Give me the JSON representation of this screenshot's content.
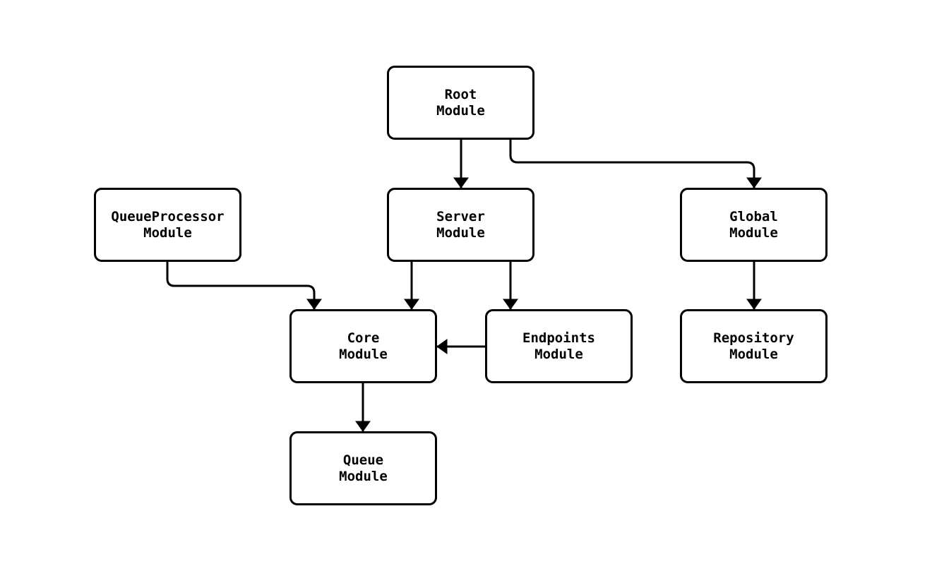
{
  "diagram": {
    "type": "module-dependency-flowchart",
    "background_color": "#ffffff",
    "node_fill_color": "#ffffff",
    "stroke_color": "#000000",
    "nodes": [
      {
        "id": "root",
        "label_line1": "Root",
        "label_line2": "Module"
      },
      {
        "id": "queueprocessor",
        "label_line1": "QueueProcessor",
        "label_line2": "Module"
      },
      {
        "id": "server",
        "label_line1": "Server",
        "label_line2": "Module"
      },
      {
        "id": "global",
        "label_line1": "Global",
        "label_line2": "Module"
      },
      {
        "id": "core",
        "label_line1": "Core",
        "label_line2": "Module"
      },
      {
        "id": "endpoints",
        "label_line1": "Endpoints",
        "label_line2": "Module"
      },
      {
        "id": "repository",
        "label_line1": "Repository",
        "label_line2": "Module"
      },
      {
        "id": "queue",
        "label_line1": "Queue",
        "label_line2": "Module"
      }
    ],
    "edges": [
      {
        "from": "Root Module",
        "to": "Server Module"
      },
      {
        "from": "Root Module",
        "to": "Global Module"
      },
      {
        "from": "QueueProcessor Module",
        "to": "Core Module"
      },
      {
        "from": "Server Module",
        "to": "Core Module"
      },
      {
        "from": "Server Module",
        "to": "Endpoints Module"
      },
      {
        "from": "Endpoints Module",
        "to": "Core Module"
      },
      {
        "from": "Global Module",
        "to": "Repository Module"
      },
      {
        "from": "Core Module",
        "to": "Queue Module"
      }
    ]
  }
}
